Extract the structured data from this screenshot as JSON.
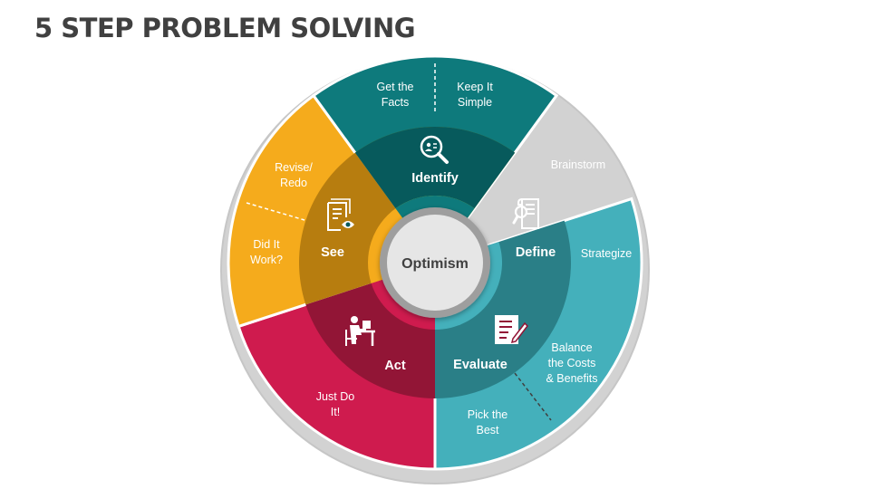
{
  "title": "5 STEP PROBLEM SOLVING",
  "center": "Optimism",
  "steps": [
    {
      "name": "Identify",
      "icon": "magnifier-icon",
      "color": "#c7cd24",
      "inner": "#8f9419",
      "items": [
        [
          "Get the",
          "Facts"
        ],
        [
          "Keep It",
          "Simple"
        ]
      ]
    },
    {
      "name": "Define",
      "icon": "document-magnifier-icon",
      "color": "#44b0bb",
      "inner": "#2a7f87",
      "items": [
        [
          "Brainstorm"
        ],
        [
          "Strategize"
        ]
      ]
    },
    {
      "name": "Evaluate",
      "icon": "checklist-pen-icon",
      "color": "#cf1b4e",
      "inner": "#921536",
      "items": [
        [
          "Balance",
          "the Costs",
          "& Benefits"
        ],
        [
          "Pick the",
          "Best"
        ]
      ]
    },
    {
      "name": "Act",
      "icon": "person-at-desk-icon",
      "color": "#f5ab1c",
      "inner": "#b77d0f",
      "items": [
        [
          "Just Do",
          "It!"
        ]
      ]
    },
    {
      "name": "See",
      "icon": "document-eye-icon",
      "color": "#0e7a7c",
      "inner": "#075a5c",
      "items": [
        [
          "Revise/",
          "Redo"
        ],
        [
          "Did It",
          "Work?"
        ]
      ]
    }
  ]
}
